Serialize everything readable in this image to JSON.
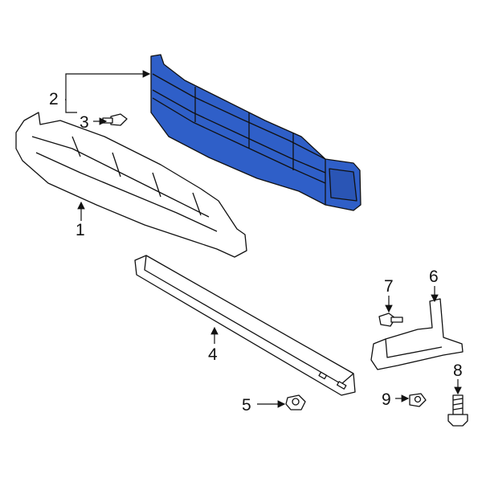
{
  "colors": {
    "highlight": "#2f5fc8",
    "outline": "#111111",
    "background": "#ffffff"
  },
  "parts": [
    {
      "callout": "1",
      "part": "air-deflector"
    },
    {
      "callout": "2",
      "part": "impact-bar",
      "highlighted": true
    },
    {
      "callout": "3",
      "part": "bolt"
    },
    {
      "callout": "4",
      "part": "reinforcement"
    },
    {
      "callout": "5",
      "part": "nut"
    },
    {
      "callout": "6",
      "part": "bracket"
    },
    {
      "callout": "7",
      "part": "bolt"
    },
    {
      "callout": "8",
      "part": "bolt"
    },
    {
      "callout": "9",
      "part": "nut"
    }
  ]
}
